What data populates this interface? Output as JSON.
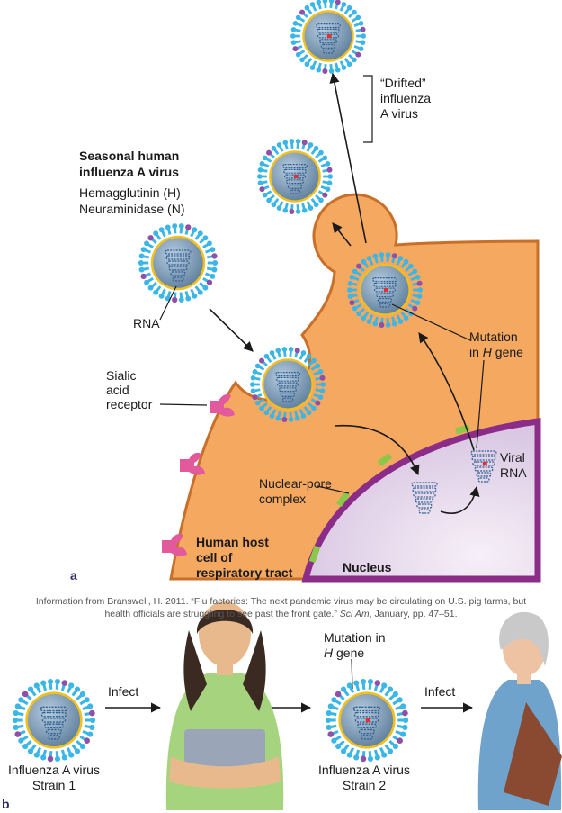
{
  "panel_a": {
    "letter": "a",
    "seasonal_title_1": "Seasonal human",
    "seasonal_title_2": "influenza A virus",
    "hemagglutinin": "Hemagglutinin (H)",
    "neuraminidase": "Neuraminidase (N)",
    "rna": "RNA",
    "sialic_1": "Sialic",
    "sialic_2": "acid",
    "sialic_3": "receptor",
    "drifted_1": "“Drifted”",
    "drifted_2": "influenza",
    "drifted_3": "A virus",
    "mutation_1": "Mutation",
    "mutation_2a": "in ",
    "mutation_2b": "H",
    "mutation_2c": " gene",
    "viral_rna_1": "Viral",
    "viral_rna_2": "RNA",
    "pore_1": "Nuclear-pore",
    "pore_2": "complex",
    "host_1": "Human host",
    "host_2": "cell of",
    "host_3": "respiratory tract",
    "nucleus": "Nucleus"
  },
  "credit": {
    "line1": "Information from Branswell, H. 2011. “Flu factories: The next pandemic virus may be circulating on U.S. pig farms, but",
    "line2a": "health officials are struggling to see past the front gate.” ",
    "line2b": "Sci Am",
    "line2c": ", January, pp. 47–51."
  },
  "panel_b": {
    "letter": "b",
    "infect_1": "Infect",
    "infect_2": "Infect",
    "strain1_1": "Influenza A virus",
    "strain1_2": "Strain 1",
    "strain2_1": "Influenza A virus",
    "strain2_2": "Strain 2",
    "mut_1": "Mutation in",
    "mut_2a": "H",
    "mut_2b": " gene"
  },
  "colors": {
    "cell": "#f4a860",
    "cell_edge": "#c8702a",
    "nucleus": "#e6d8ec",
    "nuclear_membrane": "#8a2c88",
    "pore": "#8bc84a",
    "virus_spike": "#3bb6e6",
    "virus_core": "#7f9eb8",
    "envelope": "#f0c020",
    "neuraminidase": "#9050a8",
    "receptor": "#e25a9c",
    "mutation": "#e03030"
  }
}
